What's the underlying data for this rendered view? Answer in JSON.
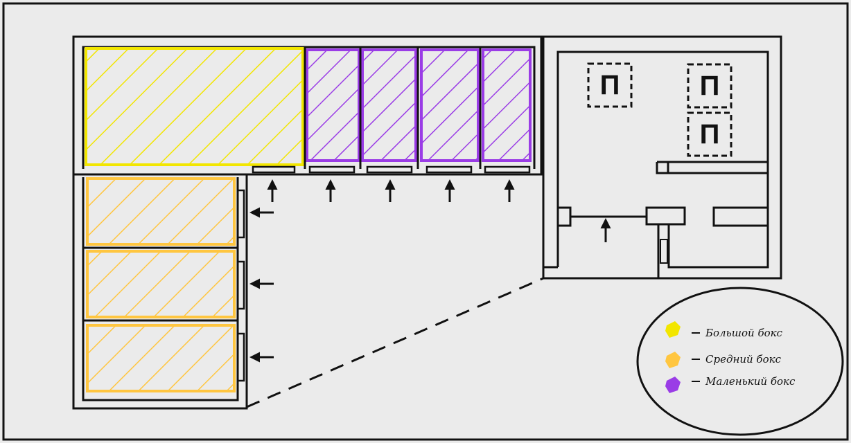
{
  "colors": {
    "background": "#ebebeb",
    "line": "#111111",
    "large_box": "#f2e600",
    "medium_box": "#ffc640",
    "small_box": "#9a3ce6"
  },
  "blocks": {
    "large": {
      "count": 1
    },
    "small": {
      "count": 4
    },
    "medium": {
      "count": 3
    }
  },
  "gates": {
    "top_count": 5,
    "left_count": 3
  },
  "office": {
    "marker_label": "П",
    "marker_count": 3
  },
  "legend": {
    "items": [
      {
        "label": "Большой бокс",
        "color": "#f2e600"
      },
      {
        "label": "Средний бокс",
        "color": "#ffc640"
      },
      {
        "label": "Маленький бокс",
        "color": "#9a3ce6"
      }
    ]
  }
}
